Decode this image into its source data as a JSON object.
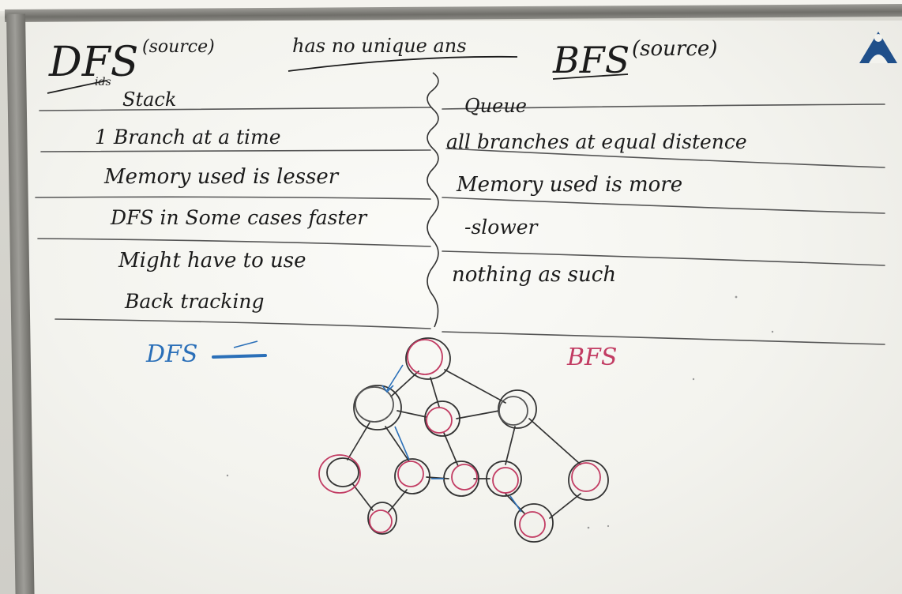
{
  "screen_header": {
    "left_text": "",
    "right_text": ""
  },
  "board": {
    "dfs_title": "DFS",
    "dfs_title_suffix": "(source)",
    "dfs_marks": "ids",
    "center_note": "has no unique ans",
    "bfs_title": "BFS",
    "bfs_title_suffix": "(source)",
    "rows": [
      {
        "dfs": "Stack",
        "bfs": "Queue"
      },
      {
        "dfs": "1 Branch at a time",
        "bfs": "all branches at equal distence"
      },
      {
        "dfs": "Memory used is lesser",
        "bfs": "Memory used is more"
      },
      {
        "dfs": "DFS in Some cases faster",
        "bfs": "-slower"
      },
      {
        "dfs": "Might have to use",
        "bfs": "nothing as such"
      },
      {
        "dfs": "Back tracking",
        "bfs": ""
      }
    ],
    "dfs_label": "DFS",
    "bfs_label": "BFS"
  },
  "colors": {
    "board": "#f7f7f3",
    "frame": "#7d7c77",
    "marker_black": "#1b1b1b",
    "marker_blue": "#2a6fb8",
    "marker_pink": "#c23c63",
    "logo_blue": "#1f4f8a"
  },
  "icons": {
    "logo": "institute-logo-icon",
    "dfs_arrow": "arrow-right-icon"
  }
}
